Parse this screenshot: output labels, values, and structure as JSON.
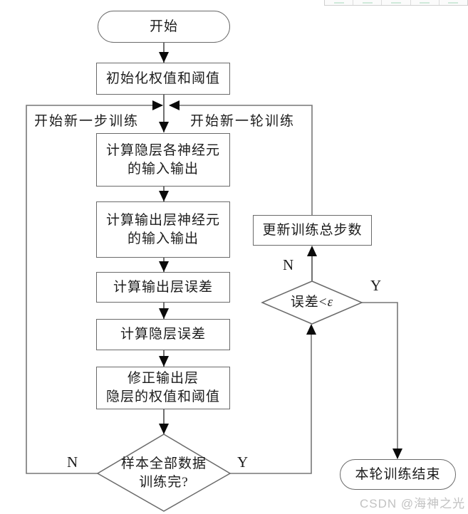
{
  "flowchart": {
    "nodes": {
      "start": {
        "label": "开始"
      },
      "init": {
        "label": "初始化权值和阈值"
      },
      "hidden_io": {
        "line1": "计算隐层各神经元",
        "line2": "的输入输出"
      },
      "output_io": {
        "line1": "计算输出层神经元",
        "line2": "的输入输出"
      },
      "output_err": {
        "label": "计算输出层误差"
      },
      "hidden_err": {
        "label": "计算隐层误差"
      },
      "correct_weights": {
        "line1": "修正输出层",
        "line2": "隐层的权值和阈值"
      },
      "sample_done": {
        "line1": "样本全部数据",
        "line2": "训练完?"
      },
      "update_steps": {
        "label": "更新训练总步数"
      },
      "err_check": {
        "label": "误差<",
        "epsilon": "ε"
      },
      "end": {
        "label": "本轮训练结束"
      }
    },
    "edge_labels": {
      "new_step": "开始新一步训练",
      "new_round": "开始新一轮训练",
      "sample_no": "N",
      "sample_yes": "Y",
      "err_no": "N",
      "err_yes": "Y"
    }
  },
  "watermark": {
    "text": "CSDN @海神之光"
  },
  "colors": {
    "line": "#4d4d4d",
    "loop_line": "#777777",
    "border": "#6a6a6a",
    "arrow": "#0a0a0a"
  }
}
